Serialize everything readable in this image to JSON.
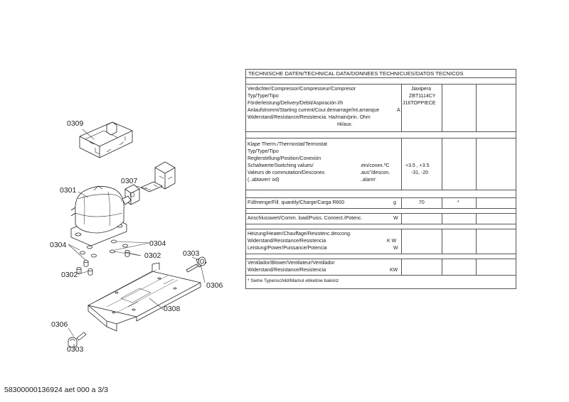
{
  "labels": {
    "p0309": "0309",
    "p0307": "0307",
    "p0301": "0301",
    "p0304a": "0304",
    "p0304b": "0304",
    "p0302a": "0302",
    "p0302b": "0302",
    "p0303a": "0303",
    "p0306a": "0306",
    "p0308": "0308",
    "p0306b": "0306",
    "p0303b": "0303"
  },
  "table": {
    "title": "TECHNISCHE DATEN/TECHNICAL DATA/DONNEES TECHNICUES/DATOS TECNICOS",
    "compressor": {
      "lines": [
        "Verdichter/Compressor/Compresseur/Compresor",
        "Typ/Type/Tipo",
        "Förderleistung/Delivery/Debit/Aspiración l/h",
        "Anlaufstromm/Starting current/Cour.demarrage/Int.arranque",
        "Widerstand/Resistance/Resistencia. Ha/main/prin. Ohm",
        "Hi/aux."
      ],
      "unit": "A",
      "values": [
        "Jiaxipera",
        "ZBT1114CY",
        "J16TOPPIECE"
      ]
    },
    "thermostat": {
      "lines": [
        "Klape Therm./Thermostat/Termostat",
        "Typ/Type/Tipo",
        "Reglerstellung/Position/Conexión",
        "Schaltwerte/Switching values/",
        "Valeurs de commutation/Desconex.",
        "(..abtaven' od)"
      ],
      "mid": [
        ".ein/conex.ºC",
        ".aus\"/descon.",
        "..alarm'"
      ],
      "values": [
        "+3.5 ,   +3.5",
        "-31,   -20"
      ]
    },
    "charge": {
      "label": "Füllmenge/Fill. quantily/Charge/Carga   R600",
      "unit": "g",
      "value": "70",
      "mark": "*"
    },
    "connect": {
      "label": "Anschlusswert/Comm. load/Puiss. Connect./Potenc.",
      "unit": "W"
    },
    "heater": {
      "lines": [
        "Heizung/Heater/Chauffage/Resistenc.descong.",
        "Widerstand/Resistance/Resistencia",
        "Leistung/Power/Puissance/Potencia"
      ],
      "unit1": "K W",
      "unit2": "W"
    },
    "fan": {
      "lines": [
        "Ventilador/Blower/Ventilateur/Ventilador",
        "Widerstand/Resistance/Resistencia"
      ],
      "unit": "KW"
    },
    "note": "* Siehe Typenschild/Mamul etiketine bakiniz"
  },
  "footer": "58300000136924 aet 000 a 3/3"
}
